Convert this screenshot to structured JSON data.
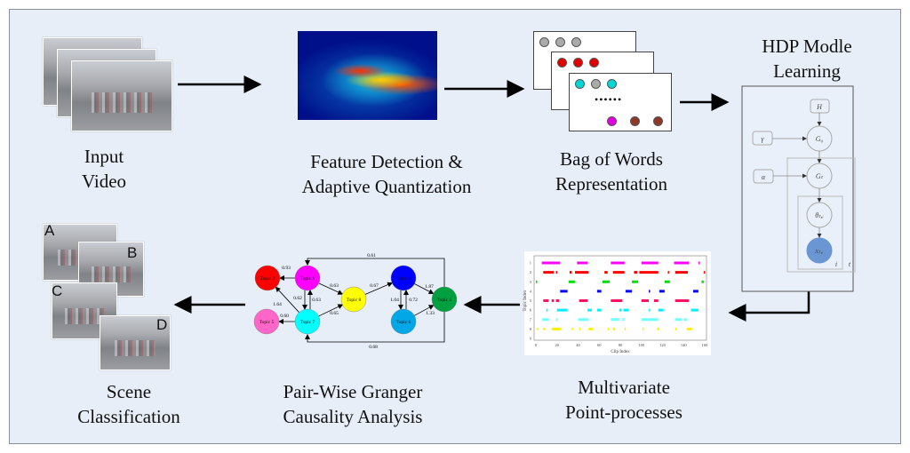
{
  "stages": {
    "input": {
      "line1": "Input",
      "line2": "Video"
    },
    "feature": {
      "line1": "Feature Detection &",
      "line2": "Adaptive Quantization"
    },
    "bow": {
      "line1": "Bag of Words",
      "line2": "Representation"
    },
    "hdp": {
      "line1": "HDP Modle",
      "line2": "Learning"
    },
    "point": {
      "line1": "Multivariate",
      "line2": "Point-processes"
    },
    "granger": {
      "line1": "Pair-Wise Granger",
      "line2": "Causality Analysis"
    },
    "scene": {
      "line1": "Scene",
      "line2": "Classification"
    }
  },
  "bow_cards": [
    {
      "dots": [
        "#aaaaaa",
        "#aaaaaa",
        "#aaaaaa"
      ]
    },
    {
      "dots": [
        "#e00000",
        "#e00000",
        "#e00000"
      ]
    },
    {
      "dots": [
        "#00d8d8",
        "#aaaaaa",
        "#00d8d8"
      ],
      "ellipsis": "••••••",
      "bottom_dots": [
        "#e000e0",
        "#8b3a2a",
        "#8b3a2a"
      ]
    }
  ],
  "hdp_model": {
    "H": "H",
    "gamma": "γ",
    "G0": "G₀",
    "alpha": "α",
    "Gt": "Gₜ",
    "theta": "θₜ,ᵢ",
    "x": "xₜ,ᵢ",
    "plate_inner": "i",
    "plate_outer": "t",
    "observed_color": "#6a97d4"
  },
  "scene_letters": [
    "A",
    "B",
    "C",
    "D"
  ],
  "graph": {
    "nodes": [
      {
        "id": "T1",
        "label": "Topic 1",
        "color": "#ff00ff"
      },
      {
        "id": "T2",
        "label": "Topic 2",
        "color": "#ff0000"
      },
      {
        "id": "T3",
        "label": "Topic 3",
        "color": "#00a040"
      },
      {
        "id": "T4",
        "label": "Topic 4",
        "color": "#0000ff"
      },
      {
        "id": "T5",
        "label": "Topic 5",
        "color": "#ff66c8"
      },
      {
        "id": "T6",
        "label": "Topic 6",
        "color": "#00a8e8"
      },
      {
        "id": "T7",
        "label": "Topic 7",
        "color": "#00ffff"
      },
      {
        "id": "T8",
        "label": "Topic 8",
        "color": "#ffff00"
      }
    ],
    "edges": [
      {
        "from": "T1",
        "to": "T2",
        "weight": "0.93"
      },
      {
        "from": "T1",
        "to": "T7",
        "weight": "0.62"
      },
      {
        "from": "T7",
        "to": "T1",
        "weight": "0.63"
      },
      {
        "from": "T7",
        "to": "T2",
        "weight": "1.64"
      },
      {
        "from": "T7",
        "to": "T5",
        "weight": "0.60"
      },
      {
        "from": "T1",
        "to": "T8",
        "weight": "0.63"
      },
      {
        "from": "T7",
        "to": "T8",
        "weight": "0.65"
      },
      {
        "from": "T8",
        "to": "T4",
        "weight": "0.67"
      },
      {
        "from": "T4",
        "to": "T6",
        "weight": "1.04"
      },
      {
        "from": "T6",
        "to": "T4",
        "weight": "0.72"
      },
      {
        "from": "T4",
        "to": "T3",
        "weight": "1.87"
      },
      {
        "from": "T6",
        "to": "T3",
        "weight": "1.33"
      },
      {
        "from": "T3",
        "to": "T1",
        "weight": "0.61"
      },
      {
        "from": "T3",
        "to": "T7",
        "weight": "0.68"
      }
    ]
  },
  "chart_data": {
    "type": "scatter",
    "xlabel": "Clip Index",
    "ylabel": "Topic Index",
    "xlim": [
      0,
      160
    ],
    "ylim": [
      1,
      9
    ],
    "xticks": [
      0,
      20,
      40,
      60,
      80,
      100,
      120,
      140,
      160
    ],
    "yticks": [
      1,
      2,
      3,
      4,
      5,
      6,
      7,
      8,
      9
    ],
    "series": [
      {
        "topic": 1,
        "color": "#ff00ff",
        "segments": [
          [
            5.6,
            23
          ],
          [
            39,
            49
          ],
          [
            71,
            84
          ],
          [
            100,
            116
          ],
          [
            131,
            145
          ],
          [
            154,
            155
          ]
        ]
      },
      {
        "topic": 2,
        "color": "#ff0000",
        "segments": [
          [
            7,
            17
          ],
          [
            19,
            20
          ],
          [
            32,
            34
          ],
          [
            37,
            50
          ],
          [
            65,
            68
          ],
          [
            73,
            84
          ],
          [
            93,
            96
          ],
          [
            98,
            116
          ],
          [
            125,
            126
          ],
          [
            132,
            144
          ],
          [
            159,
            160
          ]
        ]
      },
      {
        "topic": 3,
        "color": "#00dd00",
        "segments": [
          [
            0,
            1
          ],
          [
            31,
            37
          ],
          [
            63,
            70
          ],
          [
            91,
            97
          ],
          [
            122,
            127
          ],
          [
            157,
            159
          ]
        ]
      },
      {
        "topic": 4,
        "color": "#0000ff",
        "segments": [
          [
            23,
            30
          ],
          [
            58,
            62
          ],
          [
            85,
            91
          ],
          [
            107,
            108
          ],
          [
            117,
            122
          ],
          [
            149,
            154
          ]
        ]
      },
      {
        "topic": 5,
        "color": "#ff1060",
        "segments": [
          [
            7,
            12
          ],
          [
            15,
            17
          ],
          [
            19,
            22
          ],
          [
            41,
            49
          ],
          [
            71,
            82
          ],
          [
            100,
            107
          ],
          [
            112,
            116
          ],
          [
            132,
            145
          ]
        ]
      },
      {
        "topic": 6,
        "color": "#00f0ff",
        "segments": [
          [
            10,
            11
          ],
          [
            20,
            30
          ],
          [
            49,
            53
          ],
          [
            58,
            62
          ],
          [
            79,
            81
          ],
          [
            83,
            88
          ],
          [
            107,
            108
          ],
          [
            116,
            121
          ],
          [
            147,
            154
          ]
        ]
      },
      {
        "topic": 7,
        "color": "#70ffff",
        "segments": [
          [
            6,
            12
          ],
          [
            19,
            20
          ],
          [
            40,
            50
          ],
          [
            71,
            79
          ],
          [
            82,
            84
          ],
          [
            100,
            116
          ],
          [
            132,
            138
          ],
          [
            140,
            143
          ]
        ]
      },
      {
        "topic": 8,
        "color": "#ffee00",
        "segments": [
          [
            1,
            2
          ],
          [
            7,
            9
          ],
          [
            15,
            24
          ],
          [
            34,
            35
          ],
          [
            41,
            42
          ],
          [
            50,
            54
          ],
          [
            68,
            69
          ],
          [
            73,
            75
          ],
          [
            84,
            85
          ],
          [
            101,
            102
          ],
          [
            115,
            117
          ],
          [
            132,
            133
          ],
          [
            143,
            148
          ]
        ]
      }
    ]
  }
}
